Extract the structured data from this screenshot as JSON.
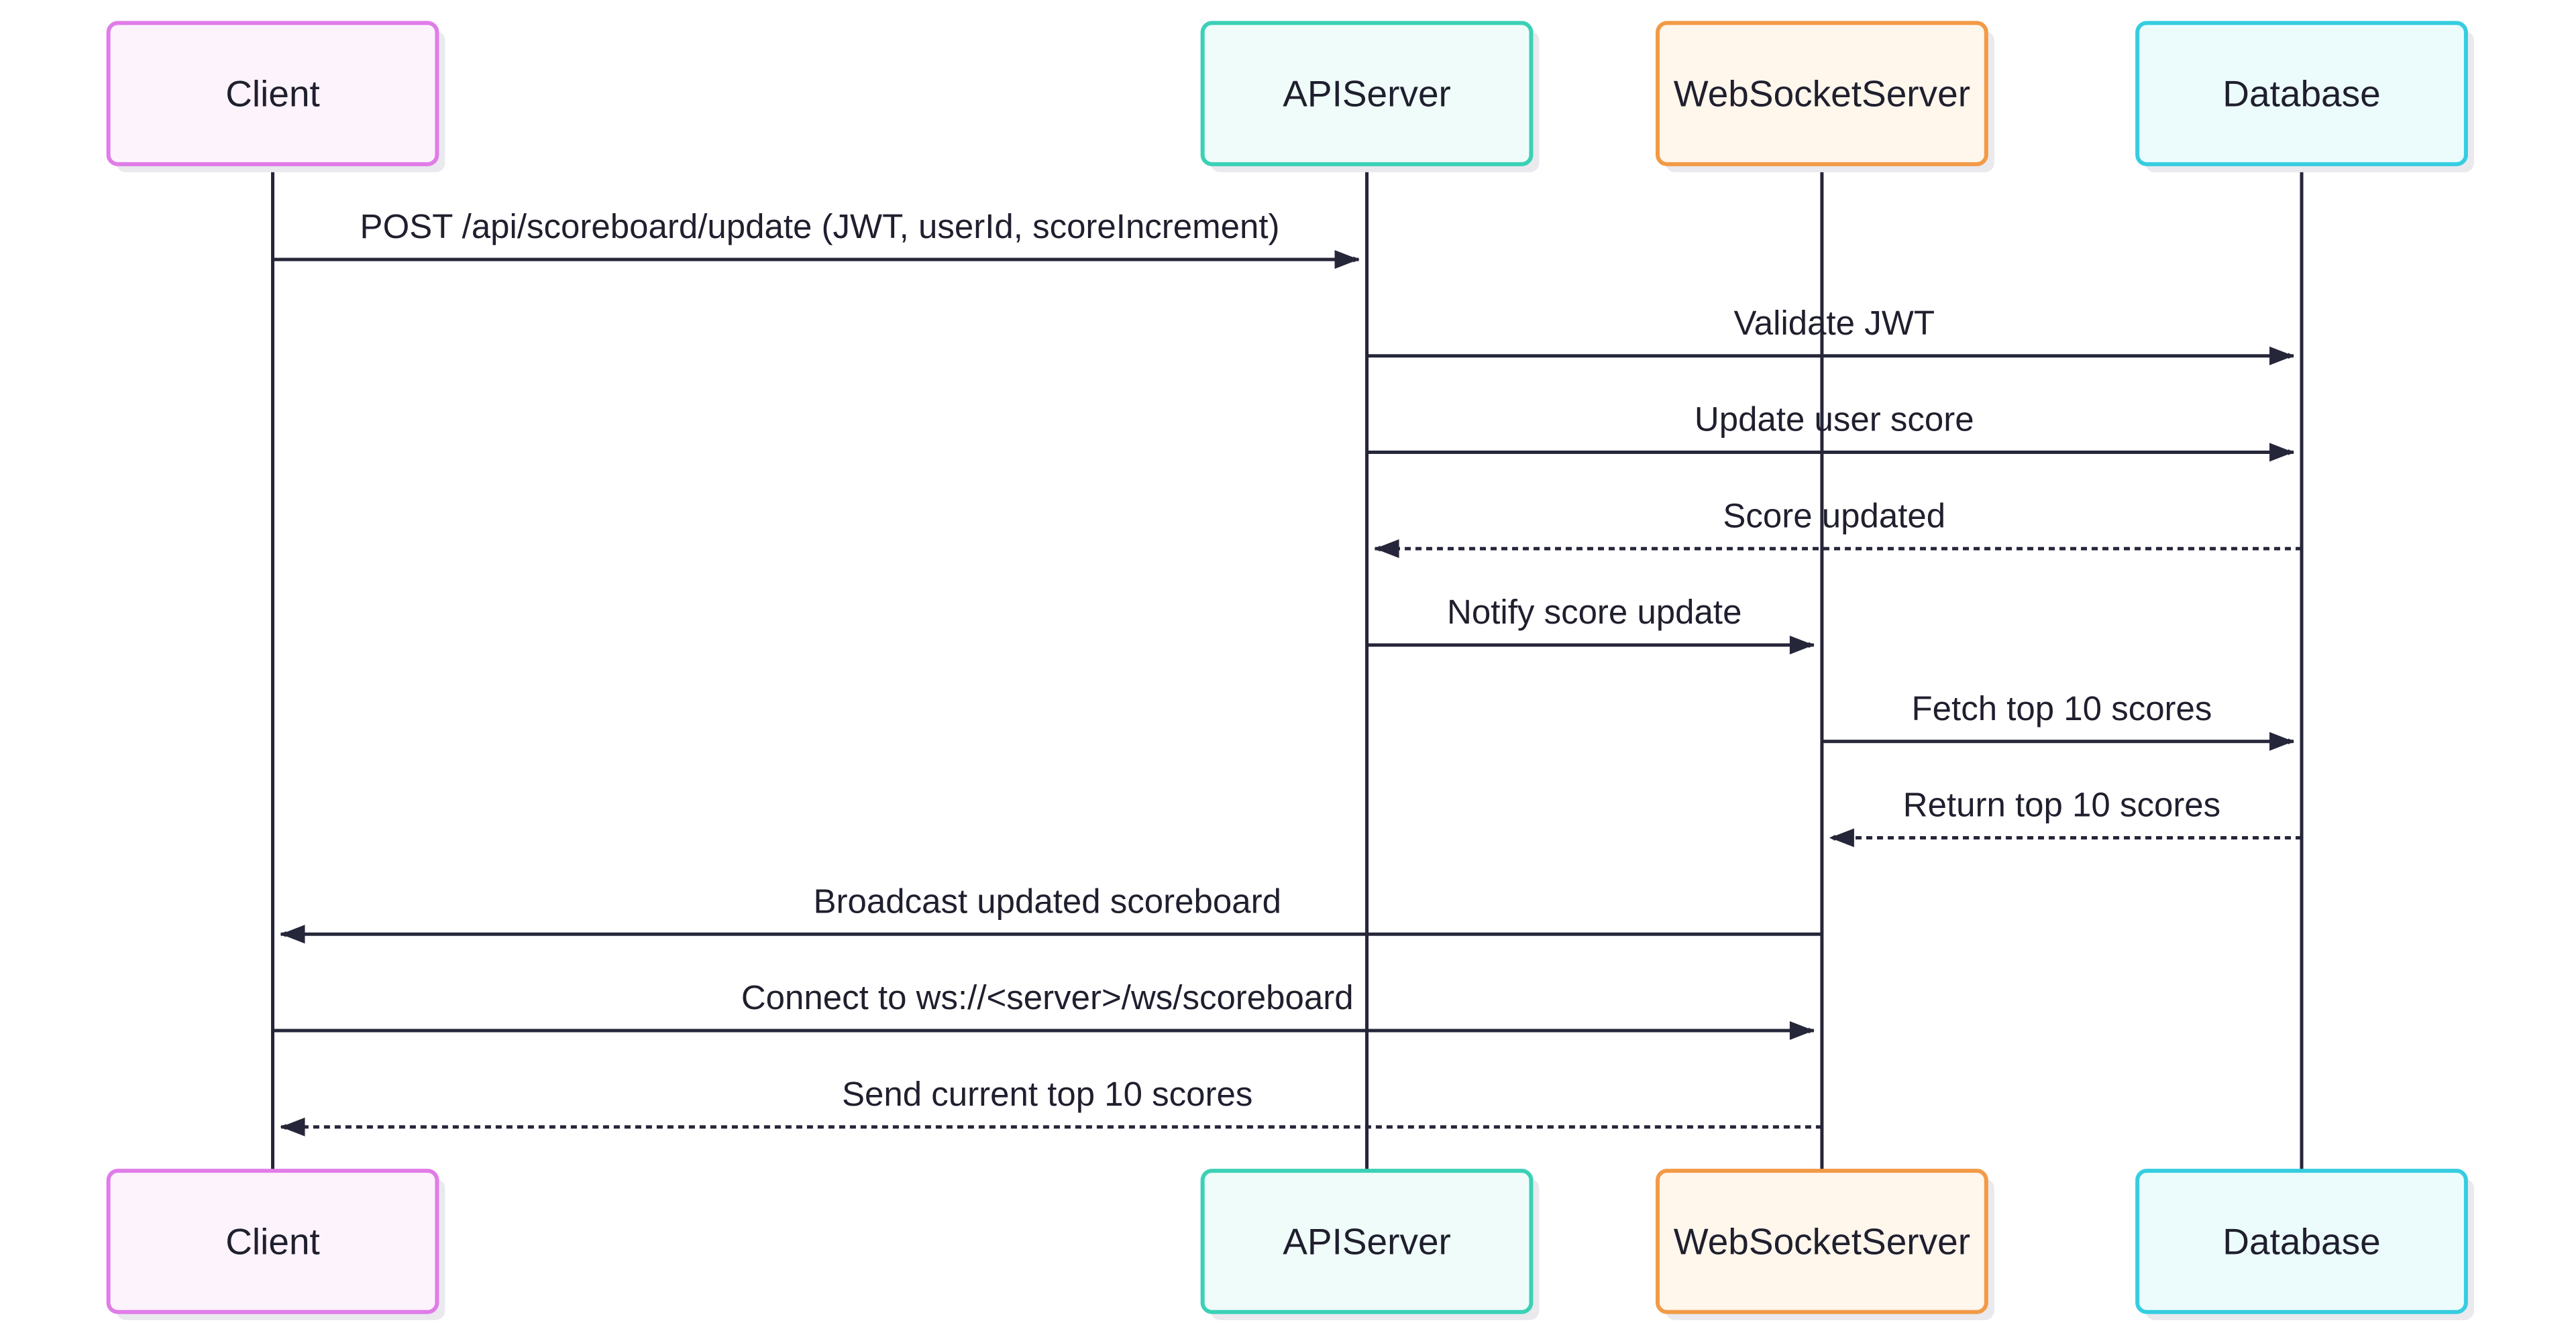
{
  "actors": [
    {
      "id": "client",
      "label": "Client",
      "border": "#e07ce8",
      "fill": "#fdf3fd"
    },
    {
      "id": "apiserver",
      "label": "APIServer",
      "border": "#3bd1b6",
      "fill": "#f0fcf9"
    },
    {
      "id": "wsserver",
      "label": "WebSocketServer",
      "border": "#f29a46",
      "fill": "#fff6ec"
    },
    {
      "id": "database",
      "label": "Database",
      "border": "#36cde0",
      "fill": "#ecfcfd"
    }
  ],
  "messages": [
    {
      "from": "client",
      "to": "apiserver",
      "label": "POST /api/scoreboard/update (JWT, userId, scoreIncrement)",
      "style": "solid"
    },
    {
      "from": "apiserver",
      "to": "database",
      "label": "Validate JWT",
      "style": "solid"
    },
    {
      "from": "apiserver",
      "to": "database",
      "label": "Update user score",
      "style": "solid"
    },
    {
      "from": "database",
      "to": "apiserver",
      "label": "Score updated",
      "style": "dashed"
    },
    {
      "from": "apiserver",
      "to": "wsserver",
      "label": "Notify score update",
      "style": "solid"
    },
    {
      "from": "wsserver",
      "to": "database",
      "label": "Fetch top 10 scores",
      "style": "solid"
    },
    {
      "from": "database",
      "to": "wsserver",
      "label": "Return top 10 scores",
      "style": "dashed"
    },
    {
      "from": "wsserver",
      "to": "client",
      "label": "Broadcast updated scoreboard",
      "style": "solid"
    },
    {
      "from": "client",
      "to": "wsserver",
      "label": "Connect to ws://<server>/ws/scoreboard",
      "style": "solid"
    },
    {
      "from": "wsserver",
      "to": "client",
      "label": "Send current top 10 scores",
      "style": "dashed"
    }
  ],
  "colors": {
    "line": "#26263a",
    "shadow": "#e9e9ee"
  }
}
